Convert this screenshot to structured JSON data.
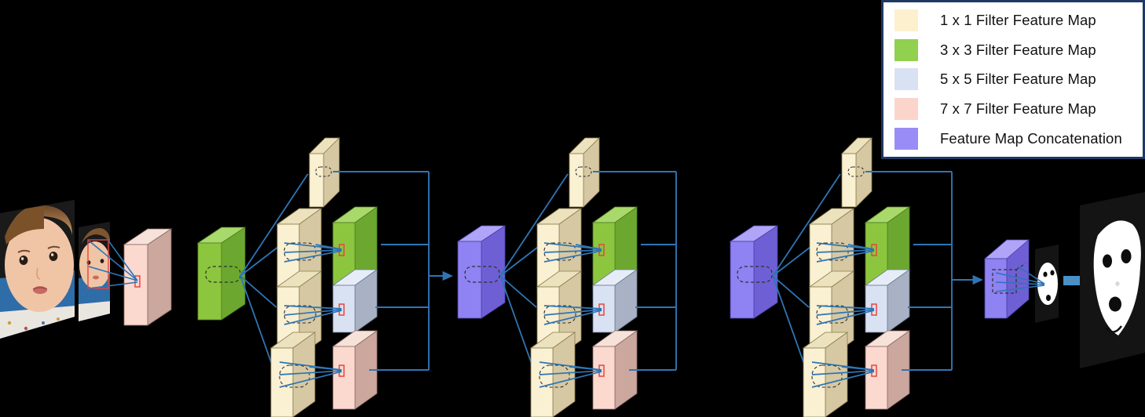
{
  "figure": {
    "kind": "neural-network-architecture-diagram",
    "background_color": "#000000"
  },
  "legend": {
    "border_color": "#1F3864",
    "background_color": "#FFFFFF",
    "items": [
      {
        "label": "1 x 1 Filter Feature Map",
        "color": "#FCF0CF"
      },
      {
        "label": "3 x 3 Filter Feature Map",
        "color": "#92D050"
      },
      {
        "label": "5 x 5 Filter Feature Map",
        "color": "#D9E2F3"
      },
      {
        "label": "7 x 7 Filter Feature Map",
        "color": "#FBD5CB"
      },
      {
        "label": "Feature Map Concatenation",
        "color": "#9A8CF7"
      }
    ]
  },
  "palette": {
    "cream_front": "#FAF0D2",
    "cream_side": "#D6C8A2",
    "cream_top": "#EDE2BE",
    "green_front": "#8CC63F",
    "green_side": "#5E9E29",
    "green_top": "#A9D96B",
    "blue_front": "#D9E2F3",
    "blue_side": "#A8B2C4",
    "blue_top": "#E6EDF8",
    "pink_front": "#FBD9CF",
    "pink_side": "#CBA79E",
    "pink_top": "#F7E2DA",
    "purple_front": "#8F82F2",
    "purple_side": "#6E60D4",
    "purple_top": "#AFA4F7",
    "wire": "#2E75B6",
    "arrow": "#3C87C8",
    "receptive_field": "#333333",
    "target_cell": "#FF3B30",
    "photo_dark": "#141414"
  },
  "pipeline": {
    "input_image": {
      "name": "input-face-photo",
      "alt": "baby face photograph"
    },
    "output_image": {
      "name": "output-segmentation-mask",
      "alt": "white face segmentation mask on black"
    },
    "stage1": {
      "name": "initial-7x7-conv",
      "filter": "7 x 7"
    },
    "modules": [
      {
        "name": "inception-module-1",
        "input_block": {
          "type": "3 x 3 Filter Feature Map",
          "color_key": "green"
        },
        "branches": [
          {
            "reduce": "1 x 1",
            "conv": "1 x 1",
            "out_color_key": "cream"
          },
          {
            "reduce": "1 x 1",
            "conv": "3 x 3",
            "out_color_key": "green"
          },
          {
            "reduce": "1 x 1",
            "conv": "5 x 5",
            "out_color_key": "blue"
          },
          {
            "reduce": "1 x 1",
            "conv": "7 x 7",
            "out_color_key": "pink"
          }
        ],
        "output_block": {
          "type": "Feature Map Concatenation",
          "color_key": "purple"
        }
      },
      {
        "name": "inception-module-2",
        "input_block": {
          "type": "Feature Map Concatenation",
          "color_key": "purple"
        },
        "branches": [
          {
            "reduce": "1 x 1",
            "conv": "1 x 1",
            "out_color_key": "cream"
          },
          {
            "reduce": "1 x 1",
            "conv": "3 x 3",
            "out_color_key": "green"
          },
          {
            "reduce": "1 x 1",
            "conv": "5 x 5",
            "out_color_key": "blue"
          },
          {
            "reduce": "1 x 1",
            "conv": "7 x 7",
            "out_color_key": "pink"
          }
        ],
        "output_block": {
          "type": "Feature Map Concatenation",
          "color_key": "purple"
        }
      },
      {
        "name": "inception-module-3",
        "input_block": {
          "type": "Feature Map Concatenation",
          "color_key": "purple"
        },
        "branches": [
          {
            "reduce": "1 x 1",
            "conv": "1 x 1",
            "out_color_key": "cream"
          },
          {
            "reduce": "1 x 1",
            "conv": "3 x 3",
            "out_color_key": "green"
          },
          {
            "reduce": "1 x 1",
            "conv": "5 x 5",
            "out_color_key": "blue"
          },
          {
            "reduce": "1 x 1",
            "conv": "7 x 7",
            "out_color_key": "pink"
          }
        ],
        "output_block": {
          "type": "Feature Map Concatenation",
          "color_key": "purple"
        }
      }
    ]
  }
}
